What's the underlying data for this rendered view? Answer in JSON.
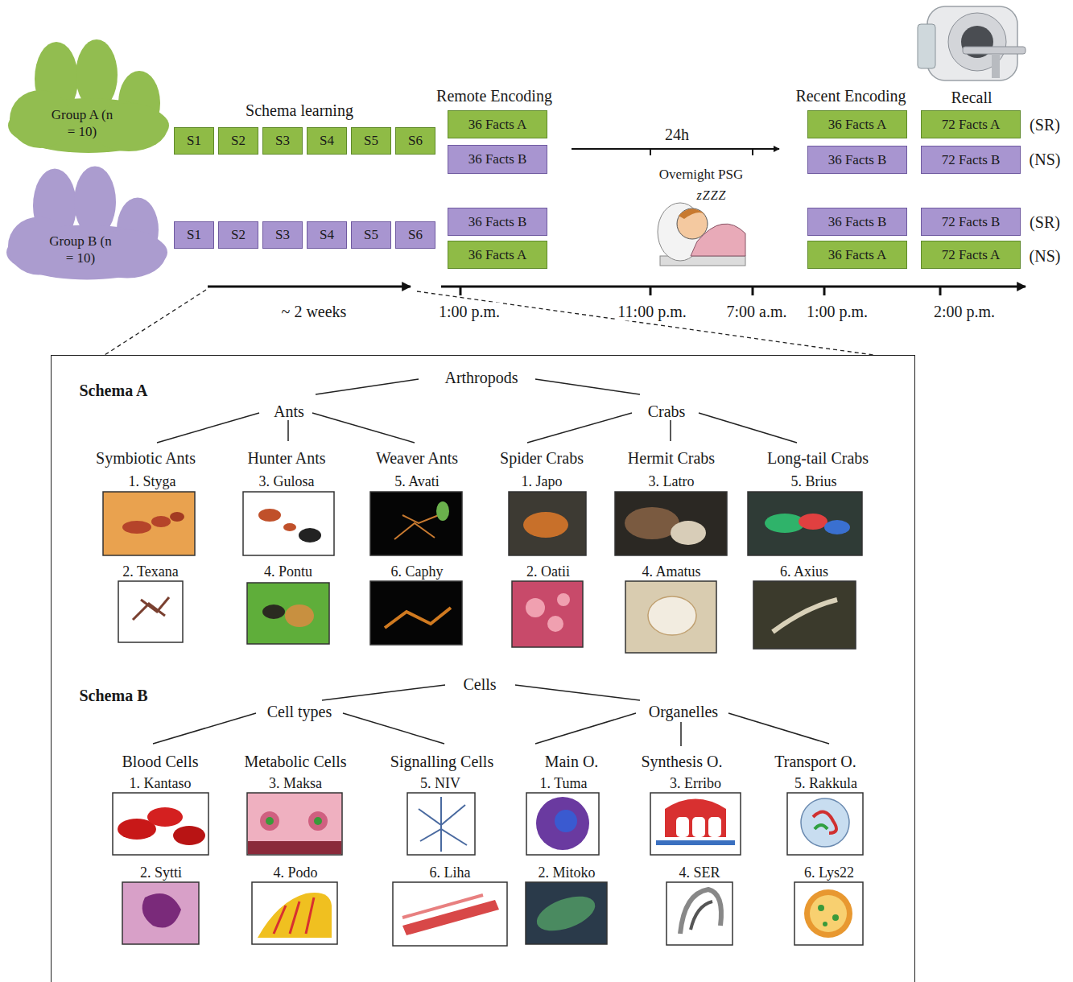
{
  "diagram": {
    "nodes": [
      {
        "text": [
          "Group A (n = 10)"
        ]
      },
      {
        "text": [
          "S1"
        ]
      },
      {
        "text": [
          "S2"
        ]
      },
      {
        "text": [
          "S3"
        ]
      },
      {
        "text": [
          "S4"
        ]
      },
      {
        "text": [
          "S5"
        ]
      },
      {
        "text": [
          "S6"
        ]
      },
      {
        "text": [
          "36 Facts A"
        ]
      },
      {
        "text": [
          "36 Facts B"
        ]
      },
      {
        "text": [
          "36 Facts A"
        ]
      },
      {
        "text": [
          "36 Facts B"
        ]
      },
      {
        "text": [
          "72 Facts A"
        ]
      },
      {
        "text": [
          "72 Facts B"
        ]
      },
      {
        "text": [
          "Group B (n = 10)"
        ]
      },
      {
        "text": [
          "S1"
        ]
      },
      {
        "text": [
          "S2"
        ]
      },
      {
        "text": [
          "S3"
        ]
      },
      {
        "text": [
          "S4"
        ]
      },
      {
        "text": [
          "S5"
        ]
      },
      {
        "text": [
          "S6"
        ]
      },
      {
        "text": [
          "36 Facts B"
        ]
      },
      {
        "text": [
          "36 Facts A"
        ]
      },
      {
        "text": [
          "36 Facts B"
        ]
      },
      {
        "text": [
          "36 Facts A"
        ]
      },
      {
        "text": [
          "72 Facts B"
        ]
      },
      {
        "text": [
          "72 Facts A"
        ]
      },
      {
        "text": [
          "Schema A",
          "Arthropods",
          "Ants",
          "Crabs",
          "Symbiotic Ants",
          "Hunter Ants",
          "Weaver Ants",
          "Spider Crabs",
          "Hermit Crabs",
          "Long-tail Crabs",
          "1. Styga",
          "3. Gulosa",
          "5. Avati",
          "1. Japo",
          "3. Latro",
          "5. Brius",
          "2. Texana",
          "4. Pontu",
          "6. Caphy",
          "2. Oatii",
          "4. Amatus",
          "6. Axius",
          "Schema B",
          "Cells",
          "Cell types",
          "Organelles",
          "Blood Cells",
          "Metabolic Cells",
          "Signalling Cells",
          "Main O.",
          "Synthesis O.",
          "Transport O.",
          "1. Kantaso",
          "3. Maksa",
          "5. NIV",
          "1. Tuma",
          "3. Erribo",
          "5. Rakkula",
          "2. Sytti",
          "4. Podo",
          "6. Liha",
          "2. Mitoko",
          "4. SER",
          "6. Lys22"
        ]
      }
    ],
    "labels": [
      "Schema learning",
      "Remote Encoding",
      "24h",
      "Overnight PSG",
      "zZZZ",
      "Recent Encoding",
      "Recall",
      "(SR)",
      "(NS)",
      "(SR)",
      "(NS)",
      "~ 2 weeks",
      "1:00 p.m.",
      "11:00 p.m.",
      "7:00 a.m.",
      "1:00 p.m.",
      "2:00 p.m."
    ]
  }
}
